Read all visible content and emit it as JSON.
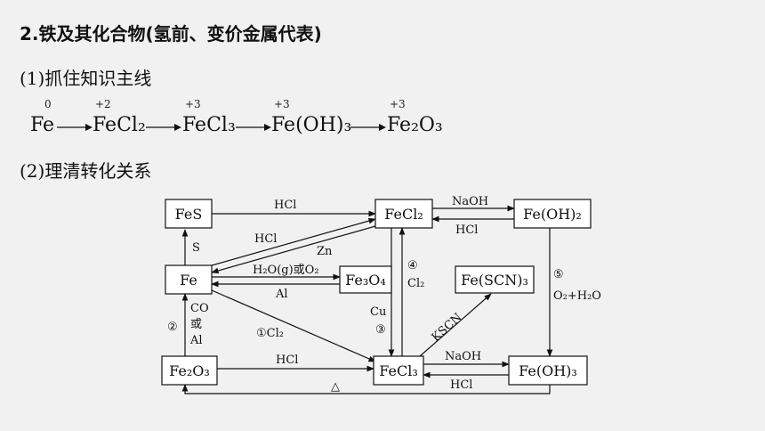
{
  "heading": "2.铁及其化合物(氢前、变价金属代表)",
  "section1": "(1)抓住知识主线",
  "section2": "(2)理清转化关系",
  "chain": {
    "species": [
      "Fe",
      "FeCl₂",
      "FeCl₃",
      "Fe(OH)₃",
      "Fe₂O₃"
    ],
    "oxidation_states": [
      "0",
      "+2",
      "+3",
      "+3",
      "+3"
    ]
  },
  "diagram": {
    "boxes": {
      "FeS": "FeS",
      "Fe": "Fe",
      "Fe2O3": "Fe₂O₃",
      "FeCl2": "FeCl₂",
      "Fe3O4": "Fe₃O₄",
      "FeSCN3": "Fe(SCN)₃",
      "FeCl3": "FeCl₃",
      "FeOH2": "Fe(OH)₂",
      "FeOH3": "Fe(OH)₃"
    },
    "labels": {
      "FeS_to_FeCl2": "HCl",
      "Fe_to_FeS": "S",
      "FeCl2_to_FeOH2": "NaOH",
      "FeOH2_to_FeCl2": "HCl",
      "Fe_to_FeCl2": "HCl",
      "FeCl2_to_Fe": "Zn",
      "Fe_to_Fe3O4": "H₂O(g)或O₂",
      "Fe3O4_to_Fe": "Al",
      "FeCl3_to_FeCl2_num": "④",
      "FeCl3_to_FeCl2": "Cl₂",
      "FeCl2_to_FeCl3_reagent": "Cu",
      "FeCl2_to_FeCl3_num": "③",
      "FeCl3_to_SCN": "KSCN",
      "FeOH2_to_FeOH3_num": "⑤",
      "FeOH2_to_FeOH3": "O₂+H₂O",
      "Fe2O3_to_Fe_num": "②",
      "Fe2O3_to_Fe_CO": "CO",
      "Fe2O3_to_Fe_or": "或",
      "Fe2O3_to_Fe_Al": "Al",
      "Fe_to_FeCl3": "①Cl₂",
      "Fe2O3_to_FeCl3": "HCl",
      "FeCl3_to_FeOH3": "NaOH",
      "FeOH3_to_FeCl3": "HCl",
      "FeOH3_to_Fe2O3": "△"
    }
  }
}
